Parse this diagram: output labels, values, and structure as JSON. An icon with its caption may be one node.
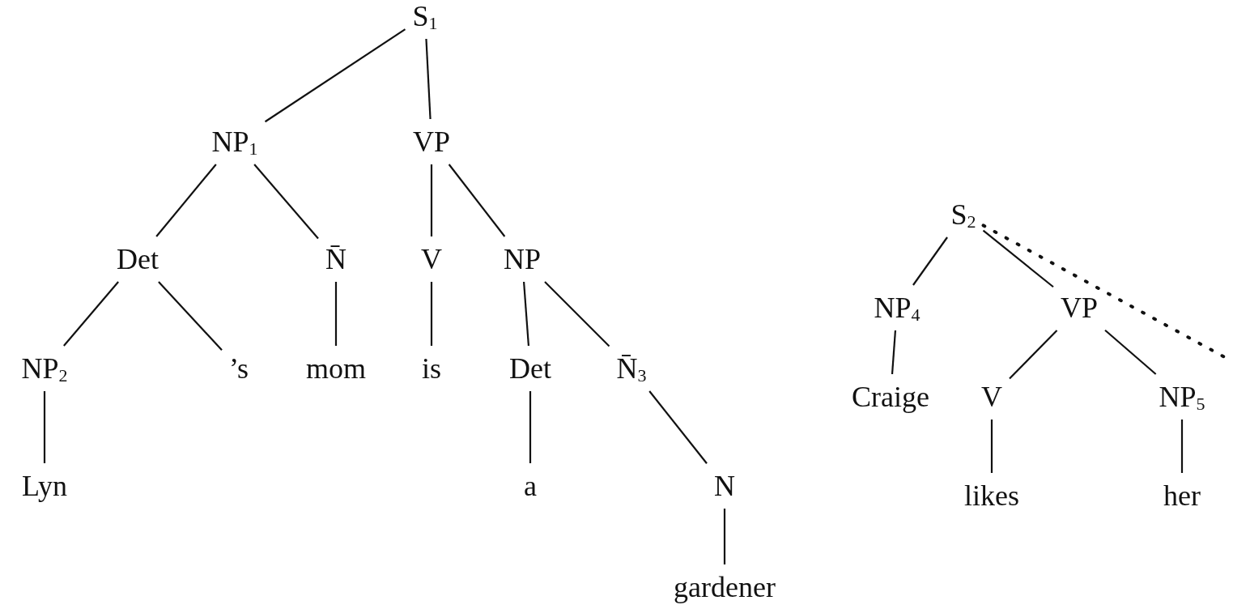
{
  "diagram": {
    "nodes": [
      {
        "text": [
          "S$_{1}$"
        ]
      },
      {
        "text": [
          "NP$_{1}$"
        ]
      },
      {
        "text": [
          "VP"
        ]
      },
      {
        "text": [
          "Det"
        ]
      },
      {
        "text": [
          "N̄"
        ]
      },
      {
        "text": [
          "V"
        ]
      },
      {
        "text": [
          "NP"
        ]
      },
      {
        "text": [
          "NP$_{2}$"
        ]
      },
      {
        "text": [
          "’s"
        ]
      },
      {
        "text": [
          "mom"
        ]
      },
      {
        "text": [
          "is"
        ]
      },
      {
        "text": [
          "Det"
        ]
      },
      {
        "text": [
          "N̄$_{3}$"
        ]
      },
      {
        "text": [
          "Lyn"
        ]
      },
      {
        "text": [
          "a"
        ]
      },
      {
        "text": [
          "N"
        ]
      },
      {
        "text": [
          "gardener"
        ]
      },
      {
        "text": [
          "S$_{2}$"
        ]
      },
      {
        "text": [
          "NP$_{4}$"
        ]
      },
      {
        "text": [
          "VP"
        ]
      },
      {
        "text": [
          "Craige"
        ]
      },
      {
        "text": [
          "V"
        ]
      },
      {
        "text": [
          "NP$_{5}$"
        ]
      },
      {
        "text": [
          "likes"
        ]
      },
      {
        "text": [
          "her"
        ]
      }
    ],
    "edges": [
      {
        "from": 0,
        "to": 1,
        "arrow": "none"
      },
      {
        "from": 0,
        "to": 2,
        "arrow": "none"
      },
      {
        "from": 1,
        "to": 3,
        "arrow": "none"
      },
      {
        "from": 1,
        "to": 4,
        "arrow": "none"
      },
      {
        "from": 2,
        "to": 5,
        "arrow": "none"
      },
      {
        "from": 2,
        "to": 6,
        "arrow": "none"
      },
      {
        "from": 3,
        "to": 7,
        "arrow": "none"
      },
      {
        "from": 3,
        "to": 8,
        "arrow": "none"
      },
      {
        "from": 4,
        "to": 9,
        "arrow": "none"
      },
      {
        "from": 5,
        "to": 10,
        "arrow": "none"
      },
      {
        "from": 6,
        "to": 11,
        "arrow": "none"
      },
      {
        "from": 6,
        "to": 12,
        "arrow": "none"
      },
      {
        "from": 7,
        "to": 13,
        "arrow": "none"
      },
      {
        "from": 11,
        "to": 14,
        "arrow": "none"
      },
      {
        "from": 12,
        "to": 15,
        "arrow": "none"
      },
      {
        "from": 15,
        "to": 16,
        "arrow": "none"
      },
      {
        "from": 17,
        "to": 18,
        "arrow": "none"
      },
      {
        "from": 17,
        "to": 19,
        "arrow": "none"
      },
      {
        "from": 18,
        "to": 20,
        "arrow": "none"
      },
      {
        "from": 19,
        "to": 21,
        "arrow": "none"
      },
      {
        "from": 19,
        "to": 22,
        "arrow": "none"
      },
      {
        "from": 21,
        "to": 23,
        "arrow": "none"
      },
      {
        "from": 22,
        "to": 24,
        "arrow": "none"
      },
      {
        "from": 17,
        "to": null,
        "arrow": "none",
        "style": "dashed"
      }
    ]
  }
}
